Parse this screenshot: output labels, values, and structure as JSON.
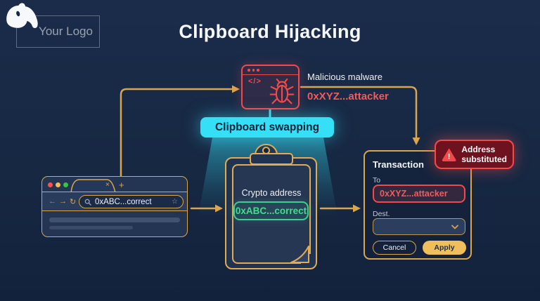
{
  "header": {
    "logo_label": "Your Logo",
    "title": "Clipboard Hijacking"
  },
  "malware_window": {
    "code_glyph": "</>",
    "label": "Malicious malware",
    "attacker_address": "0xXYZ...attacker"
  },
  "banner": {
    "label": "Clipboard swapping"
  },
  "clipboard": {
    "label": "Crypto address",
    "correct_address": "0xABC...correct"
  },
  "browser": {
    "icons": {
      "tab_close": "×",
      "tab_new": "+",
      "back": "←",
      "forward": "→",
      "reload": "↻",
      "star": "☆"
    },
    "url": "0xABC...correct"
  },
  "transaction_panel": {
    "title": "Transaction",
    "to_label": "To",
    "to_value": "0xXYZ...attacker",
    "dest_label": "Dest.",
    "cancel_label": "Cancel",
    "apply_label": "Apply"
  },
  "warning_badge": {
    "exclamation": "!",
    "lines": [
      "Address",
      "substituted"
    ]
  },
  "colors": {
    "background": "#172843",
    "gold": "#d9a54e",
    "red": "#f24949",
    "cyan": "#35dff5",
    "green": "#3ecf8e",
    "badge_bg": "#6f1220",
    "apply_bg": "#efbf5e"
  }
}
